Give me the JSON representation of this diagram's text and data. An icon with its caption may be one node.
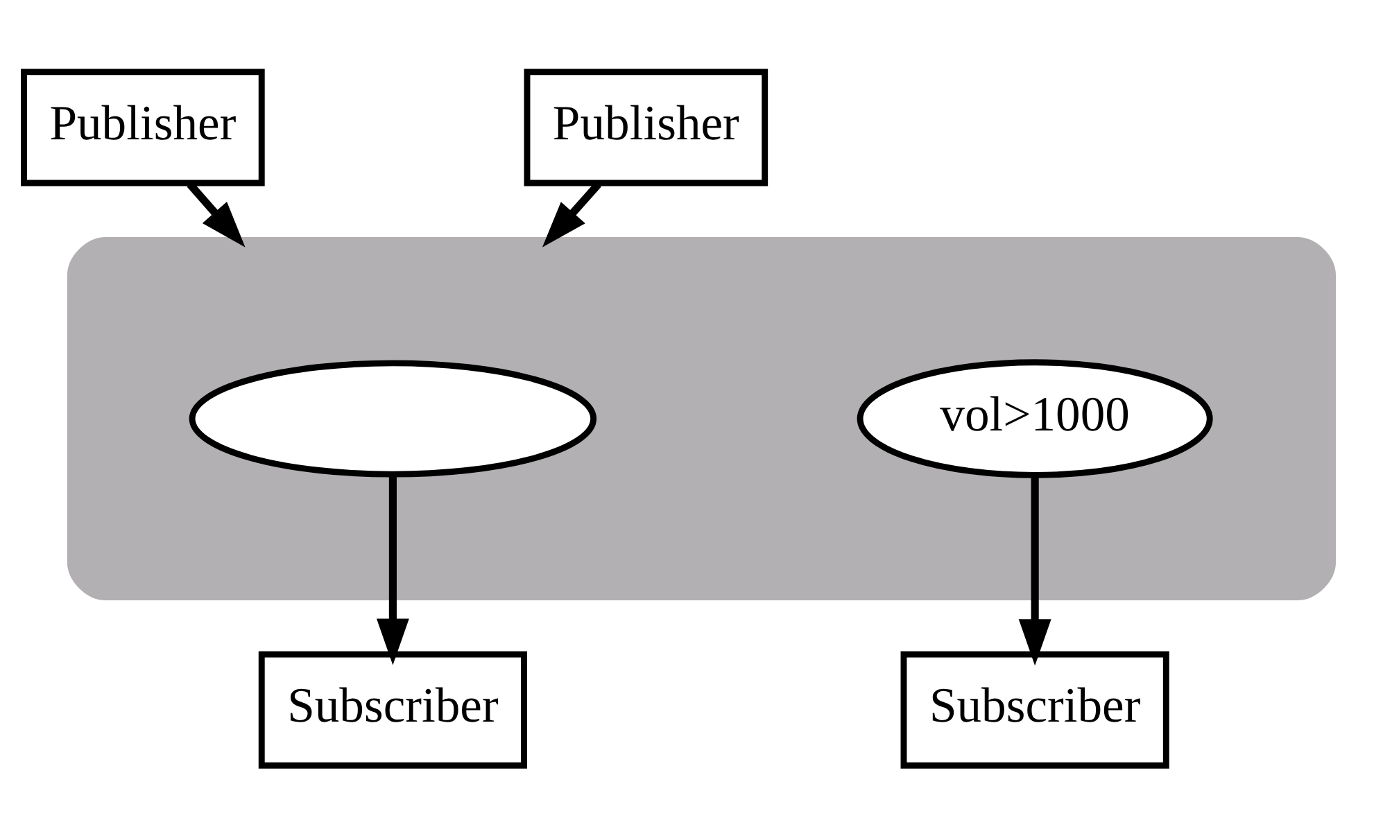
{
  "diagram": {
    "nodes": [
      {
        "text": [
          "Publisher"
        ]
      },
      {
        "text": [
          "Publisher"
        ]
      },
      {
        "text": [],
        "shape": "box"
      },
      {
        "text": [],
        "shape": "ellipse",
        "in": 2
      },
      {
        "text": [
          "vol>1000"
        ],
        "in": 2
      },
      {
        "text": [
          "Subscriber"
        ]
      },
      {
        "text": [
          "Subscriber"
        ]
      }
    ],
    "edges": [
      {
        "from": 0,
        "to": 2,
        "arrow": "to"
      },
      {
        "from": 1,
        "to": 2,
        "arrow": "to"
      },
      {
        "from": 3,
        "to": 5,
        "arrow": "to"
      },
      {
        "from": 4,
        "to": 6,
        "arrow": "to"
      }
    ]
  }
}
